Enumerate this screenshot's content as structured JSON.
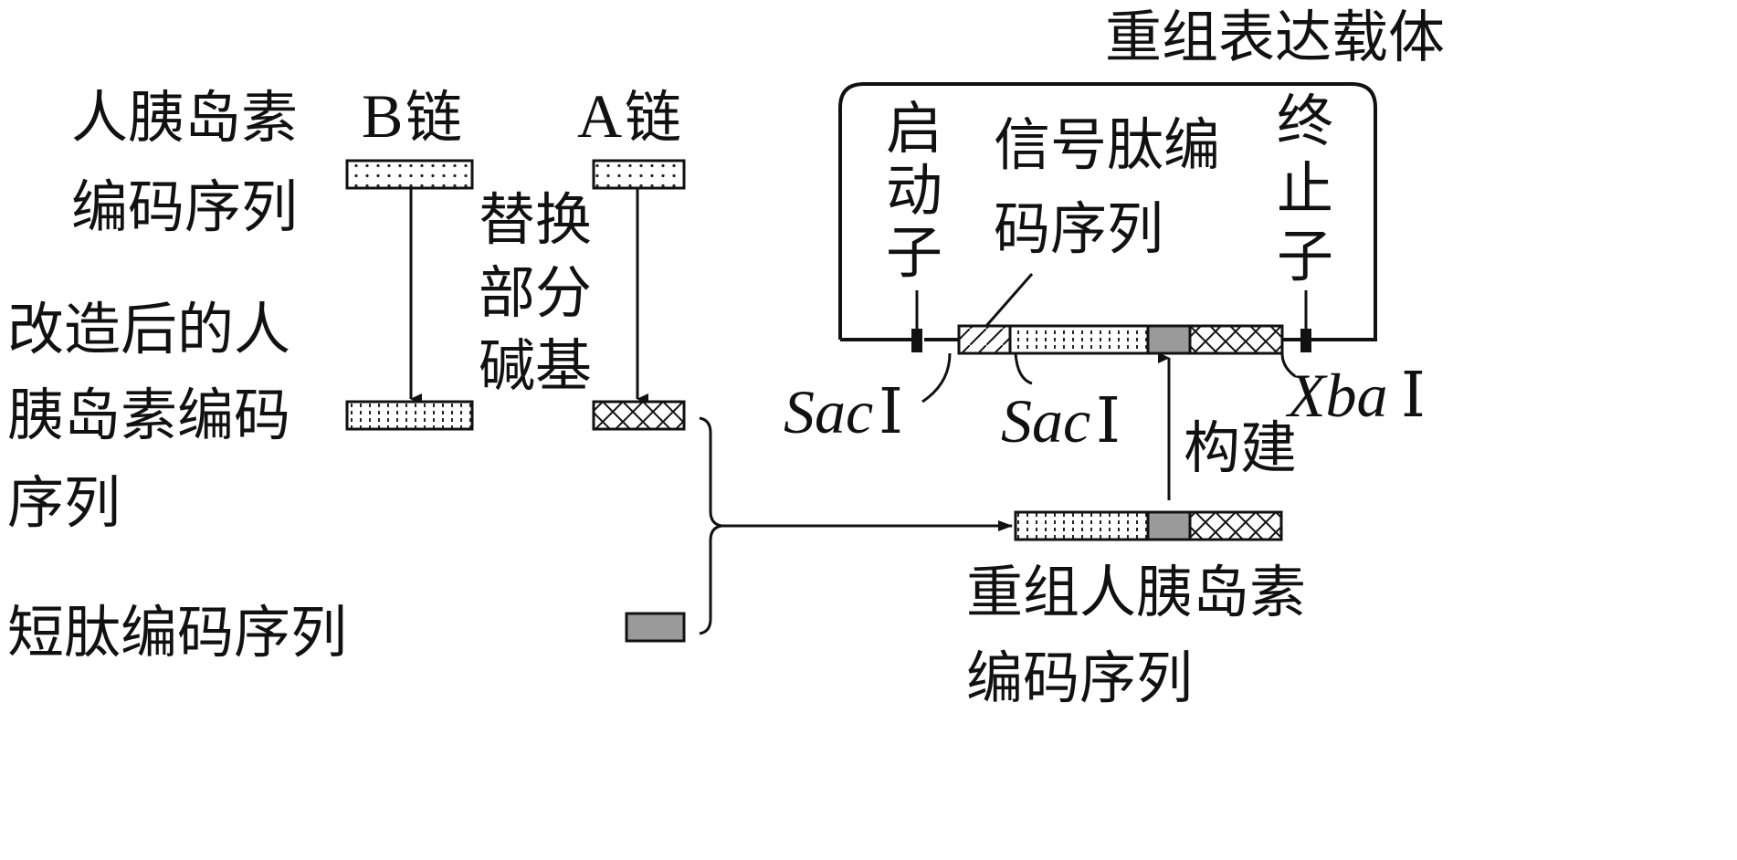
{
  "title": "重组表达载体",
  "left_labels": {
    "human_insulin_line1": "人胰岛素",
    "human_insulin_line2": "编码序列",
    "modified_line1": "改造后的人",
    "modified_line2": "胰岛素编码",
    "modified_line3": "序列",
    "short_peptide": "短肽编码序列"
  },
  "chains": {
    "b_letter": "B",
    "b_char": "链",
    "a_letter": "A",
    "a_char": "链"
  },
  "replace_label": {
    "line1": "替换",
    "line2": "部分",
    "line3": "碱基"
  },
  "vector": {
    "promoter": [
      "启",
      "动",
      "子"
    ],
    "signal_line1": "信号肽编",
    "signal_line2": "码序列",
    "terminator": [
      "终",
      "止",
      "子"
    ]
  },
  "enzymes": {
    "sac_name": "Sac",
    "sac_numeral": "Ⅰ",
    "xba_name": "Xba",
    "xba_numeral": "Ⅰ"
  },
  "construct_label": "构建",
  "recombinant_label": {
    "line1": "重组人胰岛素",
    "line2": "编码序列"
  },
  "colors": {
    "line": "#111111",
    "gray_block": "#9a9a9a",
    "background": "#ffffff"
  }
}
